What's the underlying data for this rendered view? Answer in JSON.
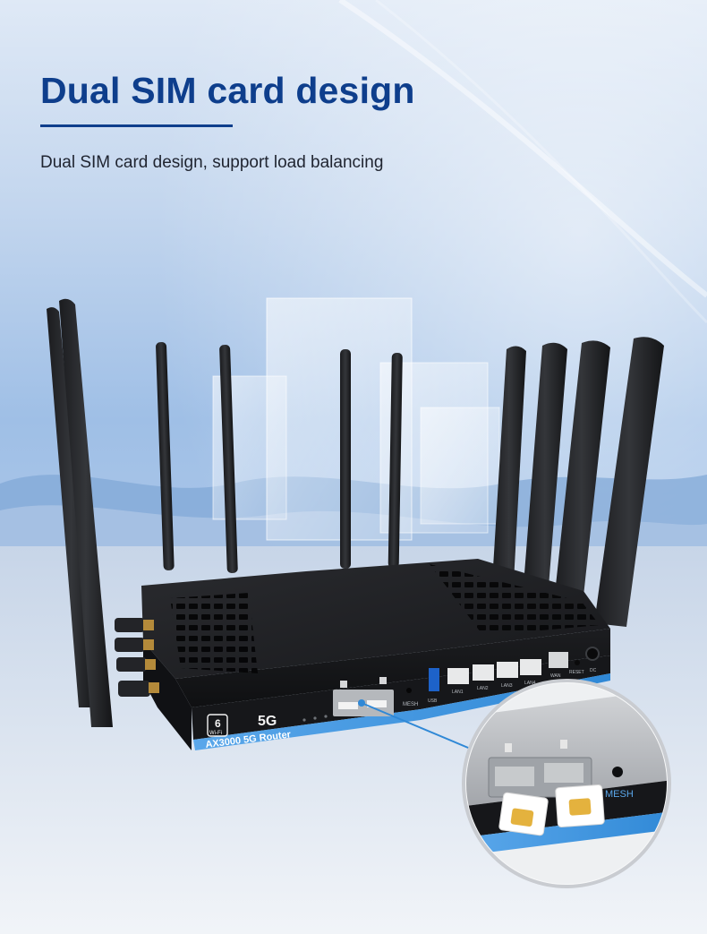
{
  "header": {
    "title": "Dual SIM card design",
    "subtitle": "Dual SIM card design, support load balancing"
  },
  "device": {
    "model_label": "AX3000 5G Router",
    "network_badge": "5G",
    "wifi_badge_line1": "6",
    "wifi_badge_line2": "Wi-Fi",
    "port_labels": [
      "USB",
      "LAN1",
      "LAN2",
      "LAN3",
      "LAN4",
      "WAN",
      "RESET",
      "DC"
    ],
    "mesh_label": "MESH",
    "zoom_mesh_label": "MESH"
  },
  "icons": {
    "sim_slot_icon": "sim-card-icon"
  },
  "colors": {
    "title": "#0e3e8c",
    "subtitle": "#1f2430",
    "router_body": "#141518",
    "router_stripe": "#2f88d6",
    "sim_card": "#ffffff",
    "sim_chip": "#e4b23e"
  }
}
